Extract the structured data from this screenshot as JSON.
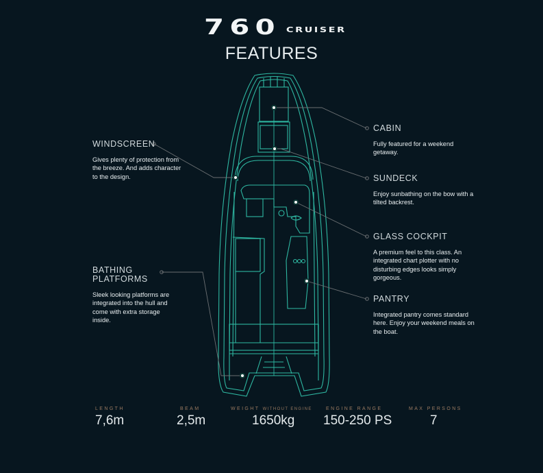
{
  "header": {
    "model_number": "760",
    "model_name": "CRUISER",
    "section_title": "FEATURES"
  },
  "colors": {
    "background": "#07161f",
    "hull_line": "#2fb9a3",
    "leader_line": "#6b6f72",
    "spec_label": "#9a7a61",
    "text": "#e8eef0"
  },
  "features": [
    {
      "id": "windscreen",
      "title": "WINDSCREEN",
      "description": "Gives plenty of protection from the breeze. And adds character to the design.",
      "side": "left"
    },
    {
      "id": "bathing-platforms",
      "title": "BATHING PLATFORMS",
      "description": "Sleek looking platforms are integrated into the hull and come with extra storage inside.",
      "side": "left"
    },
    {
      "id": "cabin",
      "title": "CABIN",
      "description": "Fully featured for a weekend getaway.",
      "side": "right"
    },
    {
      "id": "sundeck",
      "title": "SUNDECK",
      "description": "Enjoy sunbathing on the bow with a tilted backrest.",
      "side": "right"
    },
    {
      "id": "glass-cockpit",
      "title": "GLASS COCKPIT",
      "description": "A premium feel to this class. An integrated chart plotter with no disturbing edges looks simply gorgeous.",
      "side": "right"
    },
    {
      "id": "pantry",
      "title": "PANTRY",
      "description": "Integrated pantry comes standard here. Enjoy your weekend meals on the boat.",
      "side": "right"
    }
  ],
  "specs": [
    {
      "label": "LENGTH",
      "label_note": "",
      "value": "7,6m"
    },
    {
      "label": "BEAM",
      "label_note": "",
      "value": "2,5m"
    },
    {
      "label": "WEIGHT",
      "label_note": "WITHOUT ENGINE",
      "value": "1650kg"
    },
    {
      "label": "ENGINE RANGE",
      "label_note": "",
      "value": "150-250 PS"
    },
    {
      "label": "MAX PERSONS",
      "label_note": "",
      "value": "7"
    }
  ]
}
